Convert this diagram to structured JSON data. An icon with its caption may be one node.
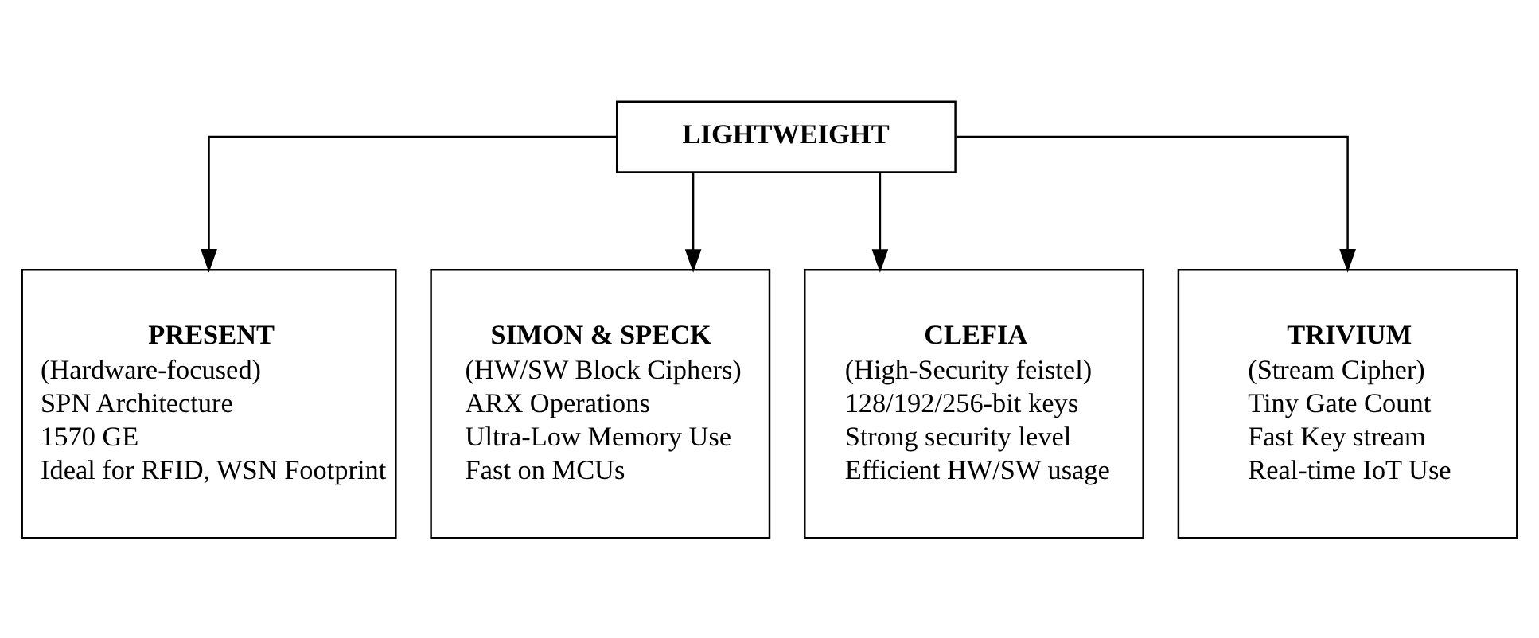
{
  "diagram": {
    "nodes": [
      {
        "text": [
          "LIGHTWEIGHT"
        ]
      },
      {
        "text": [
          "PRESENT",
          "(Hardware-focused)",
          "SPN Architecture",
          "1570 GE",
          "Ideal for RFID, WSN Footprint"
        ]
      },
      {
        "text": [
          "SIMON & SPECK",
          "(HW/SW Block Ciphers)",
          "ARX Operations",
          "Ultra-Low Memory Use",
          "Fast on MCUs"
        ]
      },
      {
        "text": [
          "CLEFIA",
          "(High-Security feistel)",
          "128/192/256-bit keys",
          "Strong security level",
          "Efficient HW/SW usage"
        ]
      },
      {
        "text": [
          "TRIVIUM",
          "(Stream Cipher)",
          "Tiny Gate Count",
          "Fast Key stream",
          "Real-time IoT Use"
        ]
      }
    ],
    "edges": [
      {
        "from": 0,
        "to": 1,
        "arrow": "to"
      },
      {
        "from": 0,
        "to": 2,
        "arrow": "to"
      },
      {
        "from": 0,
        "to": 3,
        "arrow": "to"
      },
      {
        "from": 0,
        "to": 4,
        "arrow": "to"
      }
    ]
  }
}
